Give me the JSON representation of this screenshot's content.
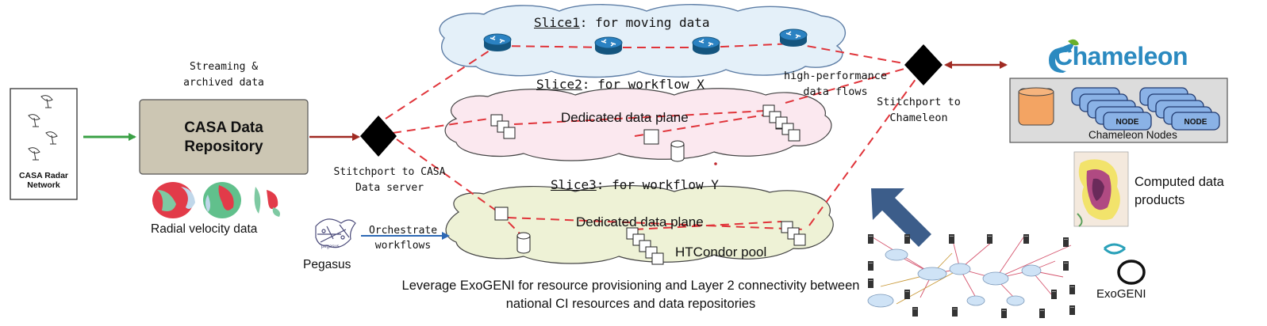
{
  "radar": {
    "label": "CASA Radar Network"
  },
  "streaming_label": "Streaming & archived data",
  "repository": {
    "label": "CASA Data Repository"
  },
  "radial_label": "Radial velocity data",
  "stitchport_casa": "Stitchport to CASA Data server",
  "stitchport_chameleon": "Stitchport to Chameleon",
  "pegasus": {
    "label": "Pegasus",
    "logo_text": "pegasus"
  },
  "orchestrate": "Orchestrate workflows",
  "slice1": {
    "name": "Slice1",
    "desc": ": for moving data"
  },
  "slice2": {
    "name": "Slice2",
    "desc": ": for workflow X",
    "plane": "Dedicated data plane"
  },
  "slice3": {
    "name": "Slice3",
    "desc": ": for workflow Y",
    "plane": "Dedicated data plane",
    "pool": "HTCondor pool"
  },
  "high_perf": "high-performance data flows",
  "chameleon": {
    "logo_text": "Chameleon",
    "nodes_label": "Chameleon Nodes",
    "node_label": "NODE"
  },
  "computed": "Computed data products",
  "exogeni": {
    "logo_text": "ExoGENI"
  },
  "leverage": "Leverage ExoGENI for resource provisioning and Layer 2 connectivity between national CI resources and data repositories",
  "colors": {
    "repository_fill": "#ccc6b3",
    "router_blue": "#1f6fa8",
    "slice1_cloud": "#e4f0f9",
    "slice2_cloud": "#fbe8ef",
    "slice3_cloud": "#eef2d6",
    "dashed_red": "#e0343a",
    "green_arrow": "#3aa045",
    "dark_red_arrow": "#a02a22",
    "node_blue": "#8ab2e6",
    "db_orange": "#f3a463",
    "exo_arrow": "#3c5d8a",
    "chameleon_green": "#6aaf2a"
  }
}
